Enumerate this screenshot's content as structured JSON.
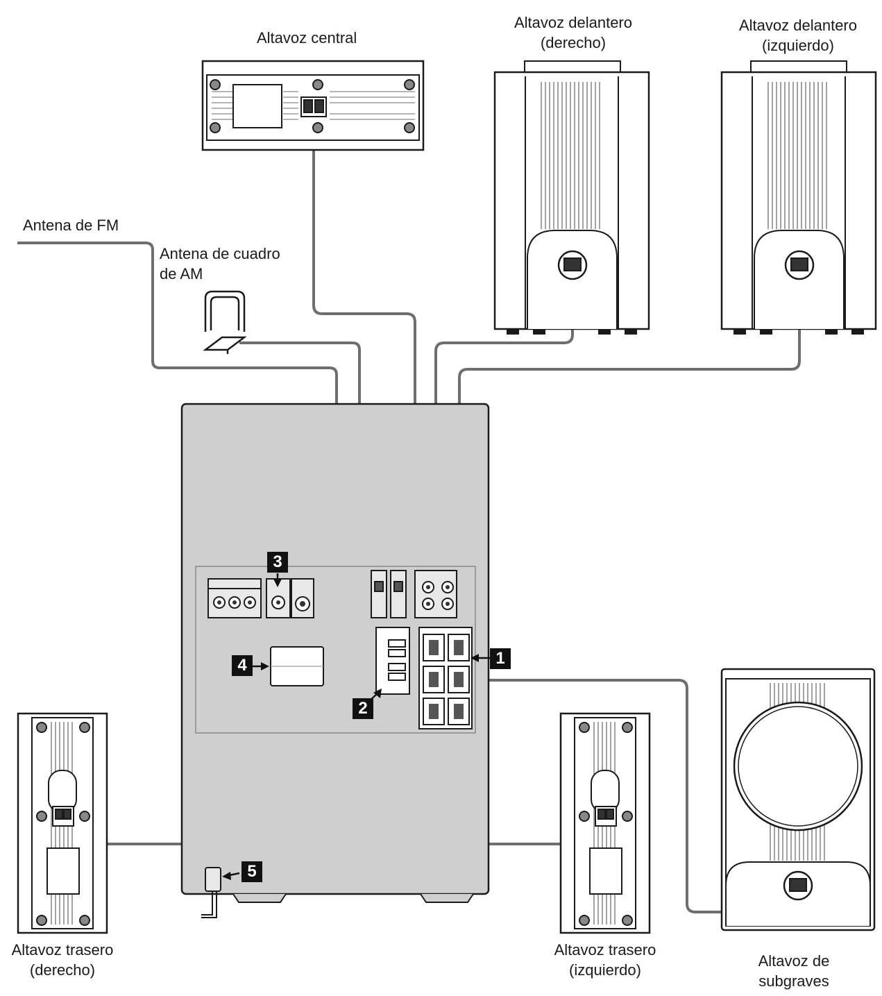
{
  "labels": {
    "center_speaker": "Altavoz central",
    "front_right": [
      "Altavoz delantero",
      "(derecho)"
    ],
    "front_left": [
      "Altavoz delantero",
      "(izquierdo)"
    ],
    "fm_antenna": "Antena de FM",
    "am_antenna": [
      "Antena de cuadro",
      "de AM"
    ],
    "rear_right": [
      "Altavoz trasero",
      "(derecho)"
    ],
    "rear_left": [
      "Altavoz trasero",
      "(izquierdo)"
    ],
    "subwoofer": [
      "Altavoz de",
      "subgraves"
    ]
  },
  "callouts": [
    "1",
    "2",
    "3",
    "4",
    "5"
  ],
  "colors": {
    "unit_fill": "#cfcfcf",
    "cable": "#6e6e6e",
    "line": "#1a1a1a",
    "callout_bg": "#111111"
  }
}
